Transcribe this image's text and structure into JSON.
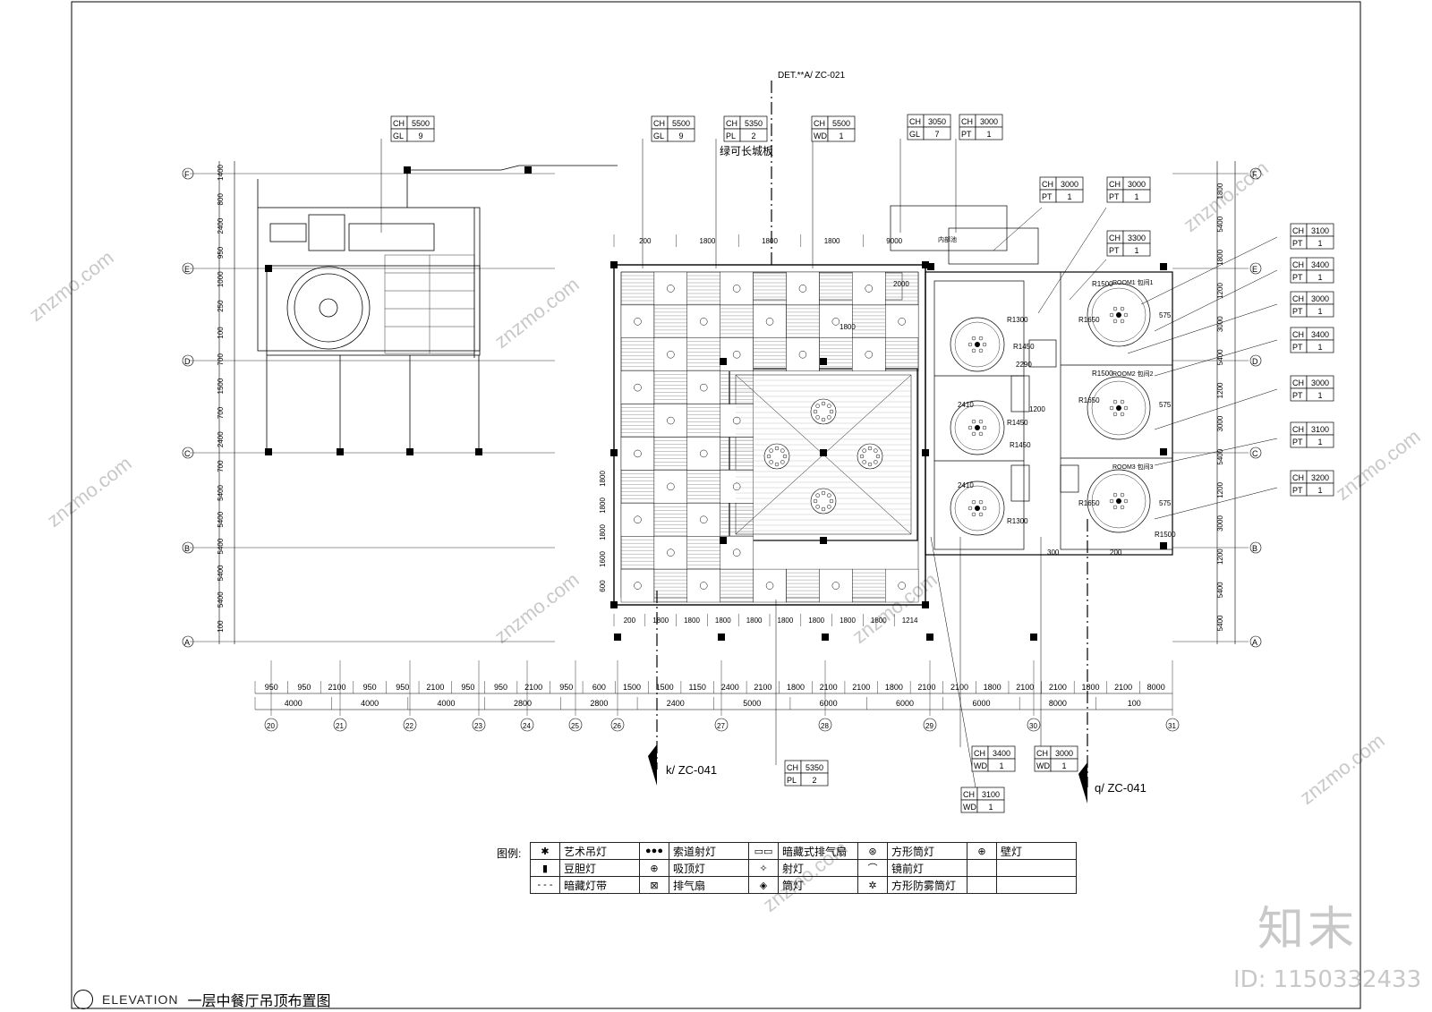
{
  "header": {
    "detail_ref": "DET.**A/ ZC-021",
    "cn_note": "绿可长城板"
  },
  "tags": [
    {
      "l1": "CH",
      "v1": "5500",
      "l2": "GL",
      "v2": "9"
    },
    {
      "l1": "CH",
      "v1": "5500",
      "l2": "GL",
      "v2": "9"
    },
    {
      "l1": "CH",
      "v1": "5350",
      "l2": "PL",
      "v2": "2"
    },
    {
      "l1": "CH",
      "v1": "5500",
      "l2": "WD",
      "v2": "1"
    },
    {
      "l1": "CH",
      "v1": "3050",
      "l2": "GL",
      "v2": "7"
    },
    {
      "l1": "CH",
      "v1": "3000",
      "l2": "PT",
      "v2": "1"
    },
    {
      "l1": "CH",
      "v1": "3000",
      "l2": "PT",
      "v2": "1"
    },
    {
      "l1": "CH",
      "v1": "3000",
      "l2": "PT",
      "v2": "1"
    },
    {
      "l1": "CH",
      "v1": "3300",
      "l2": "PT",
      "v2": "1"
    },
    {
      "l1": "CH",
      "v1": "3100",
      "l2": "PT",
      "v2": "1"
    },
    {
      "l1": "CH",
      "v1": "3400",
      "l2": "PT",
      "v2": "1"
    },
    {
      "l1": "CH",
      "v1": "3000",
      "l2": "PT",
      "v2": "1"
    },
    {
      "l1": "CH",
      "v1": "3400",
      "l2": "PT",
      "v2": "1"
    },
    {
      "l1": "CH",
      "v1": "3000",
      "l2": "PT",
      "v2": "1"
    },
    {
      "l1": "CH",
      "v1": "3100",
      "l2": "PT",
      "v2": "1"
    },
    {
      "l1": "CH",
      "v1": "3200",
      "l2": "PT",
      "v2": "1"
    },
    {
      "l1": "CH",
      "v1": "3400",
      "l2": "WD",
      "v2": "1"
    },
    {
      "l1": "CH",
      "v1": "3000",
      "l2": "WD",
      "v2": "1"
    },
    {
      "l1": "CH",
      "v1": "3100",
      "l2": "WD",
      "v2": "1"
    },
    {
      "l1": "CH",
      "v1": "5350",
      "l2": "PL",
      "v2": "2"
    }
  ],
  "grid": {
    "rows": [
      "F",
      "E",
      "D",
      "C",
      "B",
      "A"
    ],
    "cols": [
      "20",
      "21",
      "22",
      "23",
      "24",
      "25",
      "26",
      "27",
      "28",
      "29",
      "30",
      "31"
    ]
  },
  "dims": {
    "left_vertical": [
      "1400",
      "800",
      "2400",
      "950",
      "1000",
      "250",
      "100",
      "700",
      "1500",
      "700",
      "2400",
      "700",
      "5400",
      "5400",
      "5400",
      "5400",
      "5400",
      "100"
    ],
    "right_vertical": [
      "1800",
      "5400",
      "1800",
      "1200",
      "3000",
      "5400",
      "1200",
      "3000",
      "5400",
      "1200",
      "3000",
      "1200",
      "5400",
      "5400"
    ],
    "bottom_row1": [
      "950",
      "950",
      "2100",
      "950",
      "950",
      "2100",
      "950",
      "950",
      "2100",
      "950",
      "600",
      "1500",
      "1500",
      "1150",
      "2400",
      "2100",
      "1800",
      "2100",
      "2100",
      "1800",
      "2100",
      "2100",
      "1800",
      "2100",
      "2100",
      "1800",
      "2100",
      "8000"
    ],
    "bottom_row2": [
      "4000",
      "4000",
      "4000",
      "2800",
      "2800",
      "2400",
      "5000",
      "6000",
      "6000",
      "6000",
      "8000",
      "100"
    ],
    "plan_top": [
      "200",
      "1800",
      "1800",
      "1800",
      "9000"
    ],
    "plan_bottom": [
      "200",
      "1800",
      "1800",
      "1800",
      "1800",
      "1800",
      "1800",
      "1800",
      "1800",
      "1214"
    ],
    "plan_left": [
      "1800",
      "1800",
      "1800",
      "1600",
      "600"
    ],
    "room_dims": [
      "R1300",
      "R1450",
      "R1450",
      "R1450",
      "R1300",
      "R1500",
      "R1650",
      "R1500",
      "R1650",
      "R1650",
      "R1500",
      "575",
      "575",
      "575",
      "2410",
      "2410",
      "2290",
      "2000",
      "1800",
      "1200",
      "300",
      "200"
    ],
    "room_labels": [
      "ROOM1 包间1",
      "ROOM2 包间2",
      "ROOM3 包间3",
      "内部池"
    ]
  },
  "sections": [
    {
      "label": "k/ ZC-041"
    },
    {
      "label": "q/ ZC-041"
    }
  ],
  "legend": {
    "title": "图例:",
    "rows": [
      [
        {
          "sym": "✱",
          "text": "艺术吊灯"
        },
        {
          "sym": "●●●",
          "text": "索道射灯"
        },
        {
          "sym": "▭▭",
          "text": "暗藏式排气扇"
        },
        {
          "sym": "⊛",
          "text": "方形筒灯"
        },
        {
          "sym": "⊕",
          "text": "壁灯"
        }
      ],
      [
        {
          "sym": "▮",
          "text": "豆胆灯"
        },
        {
          "sym": "⊕",
          "text": "吸顶灯"
        },
        {
          "sym": "✧",
          "text": "射灯"
        },
        {
          "sym": "⌒",
          "text": "镜前灯"
        },
        {
          "sym": "",
          "text": ""
        }
      ],
      [
        {
          "sym": "- - -",
          "text": "暗藏灯带"
        },
        {
          "sym": "⊠",
          "text": "排气扇"
        },
        {
          "sym": "◈",
          "text": "筒灯"
        },
        {
          "sym": "✲",
          "text": "方形防雾筒灯"
        },
        {
          "sym": "",
          "text": ""
        }
      ]
    ]
  },
  "title_block": {
    "en": "ELEVATION",
    "zh": "一层中餐厅吊顶布置图"
  },
  "watermark": {
    "brand": "知末",
    "id": "ID: 1150332433",
    "site": "znzmo.com"
  }
}
